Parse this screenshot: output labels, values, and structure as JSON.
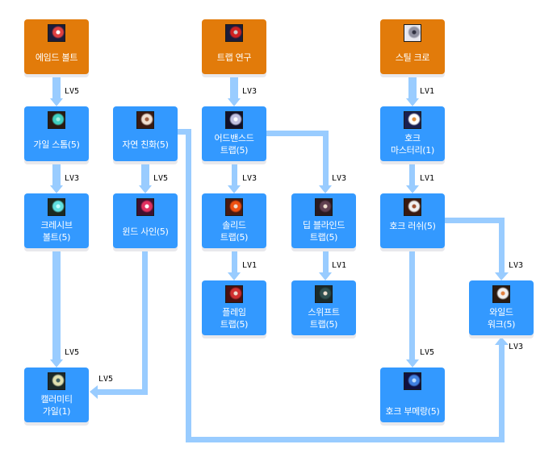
{
  "colors": {
    "base_node": "#e27b0a",
    "skill_node": "#3399ff",
    "connector": "#99ccff",
    "label_text": "#ffffff",
    "level_text": "#000000"
  },
  "nodes": [
    {
      "id": "aimed-bolt",
      "label": "에임드 볼트",
      "type": "base",
      "icon": "aimed-bolt-icon",
      "icon_colors": [
        "#1c1c3a",
        "#e04040",
        "#ffffff"
      ]
    },
    {
      "id": "trap-research",
      "label": "트랩 연구",
      "type": "base",
      "icon": "trap-research-icon",
      "icon_colors": [
        "#1c1c3a",
        "#d02020",
        "#cccccc"
      ]
    },
    {
      "id": "steel-claw",
      "label": "스틸 크로",
      "type": "base",
      "icon": "steel-claw-icon",
      "icon_colors": [
        "#e8e8f0",
        "#9090a0",
        "#303040"
      ]
    },
    {
      "id": "gale-storm",
      "label": "가일 스톰(5)",
      "type": "skill",
      "icon": "gale-storm-icon",
      "icon_colors": [
        "#2a1a10",
        "#40d0c0",
        "#a0f0e0"
      ]
    },
    {
      "id": "nature-affinity",
      "label": "자연 친화(5)",
      "type": "skill",
      "icon": "nature-affinity-icon",
      "icon_colors": [
        "#3a1a10",
        "#f0e0d0",
        "#a06040"
      ]
    },
    {
      "id": "advanced-trap",
      "label": "어드밴스드\n트랩(5)",
      "type": "skill",
      "icon": "advanced-trap-icon",
      "icon_colors": [
        "#10102a",
        "#c0c0e0",
        "#ffffff"
      ]
    },
    {
      "id": "hawk-mastery",
      "label": "호크\n마스터리(1)",
      "type": "skill",
      "icon": "hawk-mastery-icon",
      "icon_colors": [
        "#1a2050",
        "#ffffff",
        "#e09040"
      ]
    },
    {
      "id": "crash-bolt",
      "label": "크레시브\n볼트(5)",
      "type": "skill",
      "icon": "crash-bolt-icon",
      "icon_colors": [
        "#1a2a20",
        "#60e0e0",
        "#c0ffff"
      ]
    },
    {
      "id": "wind-sign",
      "label": "윈드 사인(5)",
      "type": "skill",
      "icon": "wind-sign-icon",
      "icon_colors": [
        "#401030",
        "#e03060",
        "#ffffff"
      ]
    },
    {
      "id": "solid-trap",
      "label": "솔리드\n트랩(5)",
      "type": "skill",
      "icon": "solid-trap-icon",
      "icon_colors": [
        "#4a1a10",
        "#f05010",
        "#f0e0d0"
      ]
    },
    {
      "id": "deep-blind-trap",
      "label": "딥 블라인드\n트랩(5)",
      "type": "skill",
      "icon": "deep-blind-trap-icon",
      "icon_colors": [
        "#2a1a20",
        "#604050",
        "#f0e0d0"
      ]
    },
    {
      "id": "hawk-rush",
      "label": "호크 러쉬(5)",
      "type": "skill",
      "icon": "hawk-rush-icon",
      "icon_colors": [
        "#3a1a10",
        "#f0f0f0",
        "#a05030"
      ]
    },
    {
      "id": "flame-trap",
      "label": "플레임\n트랩(5)",
      "type": "skill",
      "icon": "flame-trap-icon",
      "icon_colors": [
        "#4a1010",
        "#d03030",
        "#f0e0d0"
      ]
    },
    {
      "id": "swift-trap",
      "label": "스위프트\n트랩(5)",
      "type": "skill",
      "icon": "swift-trap-icon",
      "icon_colors": [
        "#1a2a2a",
        "#305050",
        "#f0e0d0"
      ]
    },
    {
      "id": "wild-walk",
      "label": "와일드\n워크(5)",
      "type": "skill",
      "icon": "wild-walk-icon",
      "icon_colors": [
        "#2a1a10",
        "#f0f0f0",
        "#e08040"
      ]
    },
    {
      "id": "calamity-gale",
      "label": "캘러미티\n가일(1)",
      "type": "skill",
      "icon": "calamity-gale-icon",
      "icon_colors": [
        "#1a2a2a",
        "#e0e0b0",
        "#406060"
      ]
    },
    {
      "id": "hawk-boomerang",
      "label": "호크 부메랑(5)",
      "type": "skill",
      "icon": "hawk-boomerang-icon",
      "icon_colors": [
        "#101040",
        "#4080e0",
        "#c0e0ff"
      ]
    }
  ],
  "edges": [
    {
      "from": "aimed-bolt",
      "to": "gale-storm",
      "level": "LV5"
    },
    {
      "from": "gale-storm",
      "to": "crash-bolt",
      "level": "LV3"
    },
    {
      "from": "crash-bolt",
      "to": "calamity-gale",
      "level": "LV5"
    },
    {
      "from": "nature-affinity",
      "to": "wind-sign",
      "level": "LV5"
    },
    {
      "from": "wind-sign",
      "to": "calamity-gale",
      "level": "LV5"
    },
    {
      "from": "nature-affinity",
      "to": "wild-walk",
      "level": "LV3"
    },
    {
      "from": "trap-research",
      "to": "advanced-trap",
      "level": "LV3"
    },
    {
      "from": "advanced-trap",
      "to": "solid-trap",
      "level": "LV3"
    },
    {
      "from": "advanced-trap",
      "to": "deep-blind-trap",
      "level": "LV3"
    },
    {
      "from": "solid-trap",
      "to": "flame-trap",
      "level": "LV1"
    },
    {
      "from": "deep-blind-trap",
      "to": "swift-trap",
      "level": "LV1"
    },
    {
      "from": "steel-claw",
      "to": "hawk-mastery",
      "level": "LV1"
    },
    {
      "from": "hawk-mastery",
      "to": "hawk-rush",
      "level": "LV1"
    },
    {
      "from": "hawk-rush",
      "to": "wild-walk",
      "level": "LV3"
    },
    {
      "from": "hawk-rush",
      "to": "hawk-boomerang",
      "level": "LV5"
    }
  ]
}
